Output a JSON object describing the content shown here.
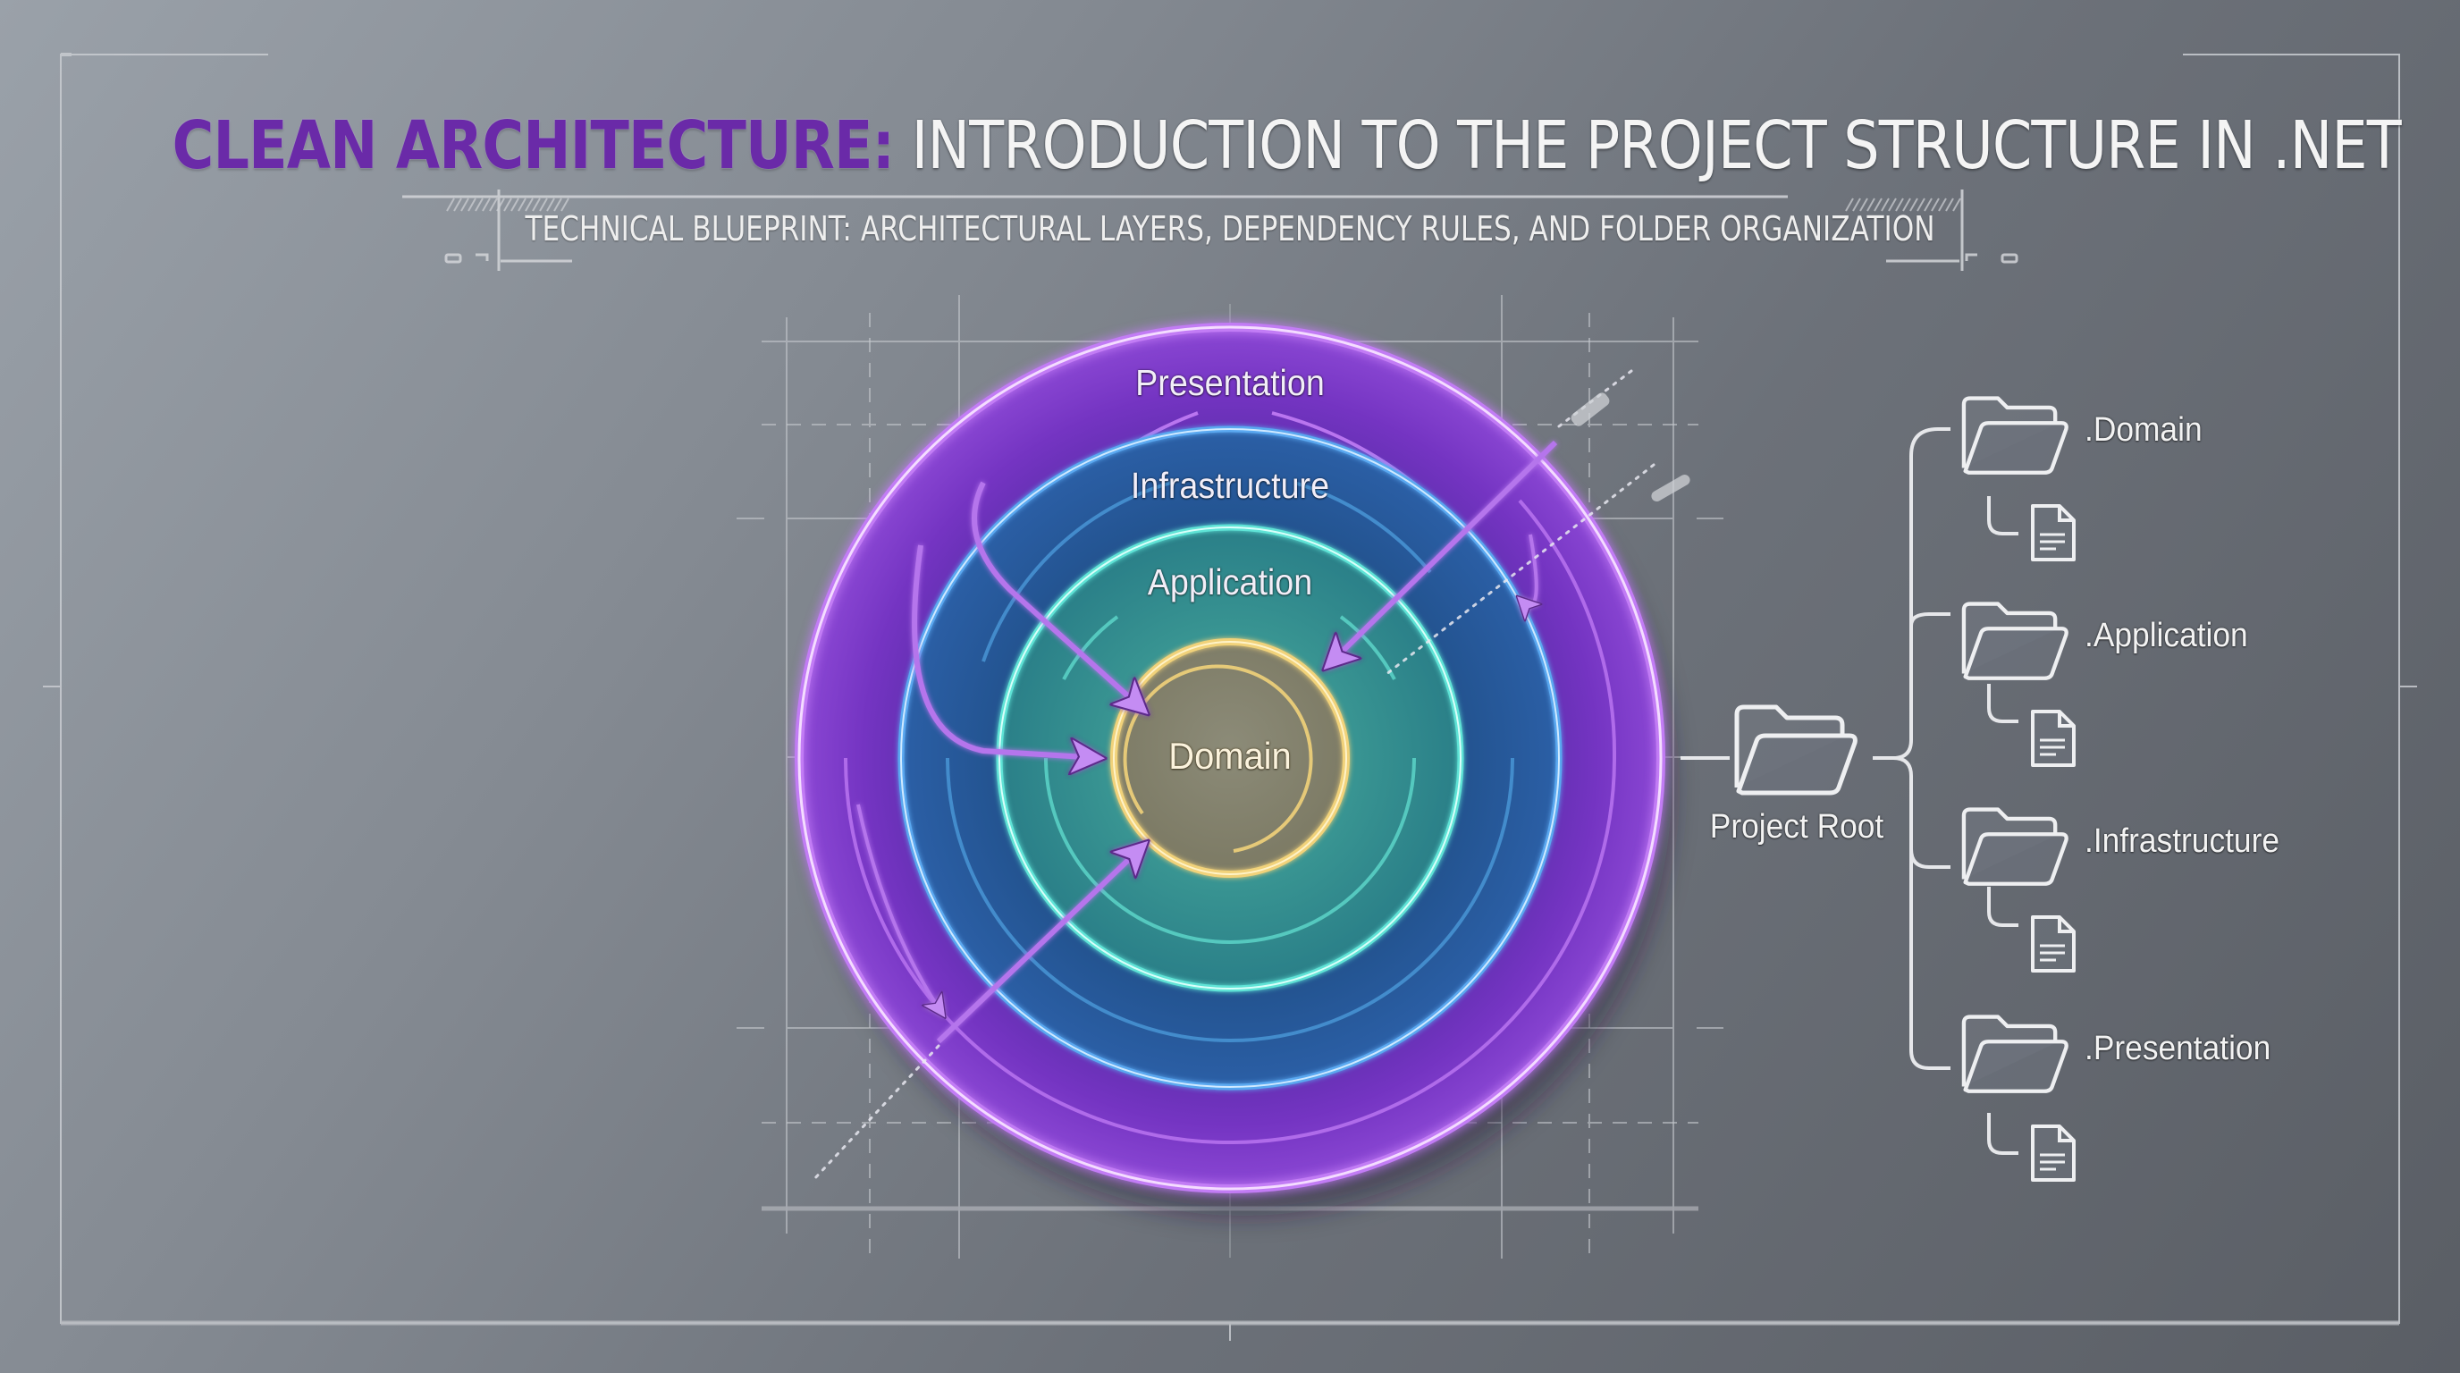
{
  "header": {
    "title_accent": "CLEAN ARCHITECTURE:",
    "title_main": "INTRODUCTION TO THE PROJECT STRUCTURE IN .NET",
    "subtitle": "TECHNICAL BLUEPRINT: ARCHITECTURAL LAYERS, DEPENDENCY RULES, AND FOLDER ORGANIZATION"
  },
  "diagram": {
    "type": "concentric-layers",
    "layers": [
      {
        "name": "Presentation",
        "color": "#7a36c4",
        "ring_color": "#c27cf5"
      },
      {
        "name": "Infrastructure",
        "color": "#234f8e",
        "ring_color": "#5aa8f0"
      },
      {
        "name": "Application",
        "color": "#2b8a8c",
        "ring_color": "#5fe3d6"
      },
      {
        "name": "Domain",
        "color": "#8a8a72",
        "ring_color": "#f1d27a"
      }
    ],
    "arrow_color": "#b574ec",
    "dependency_rule": "arrows point inward toward Domain"
  },
  "folder_tree": {
    "root": {
      "label": "Project Root",
      "icon": "folder-open-icon"
    },
    "children": [
      {
        "label": ".Domain",
        "icon": "folder-open-icon",
        "file_icon": "document-icon"
      },
      {
        "label": ".Application",
        "icon": "folder-open-icon",
        "file_icon": "document-icon"
      },
      {
        "label": ".Infrastructure",
        "icon": "folder-open-icon",
        "file_icon": "document-icon"
      },
      {
        "label": ".Presentation",
        "icon": "folder-open-icon",
        "file_icon": "document-icon"
      }
    ]
  },
  "colors": {
    "accent_purple": "#6a2aa8",
    "background_light": "#9aa1a9",
    "background_dark": "#5a5e65",
    "line_color": "#d0d3d8"
  }
}
